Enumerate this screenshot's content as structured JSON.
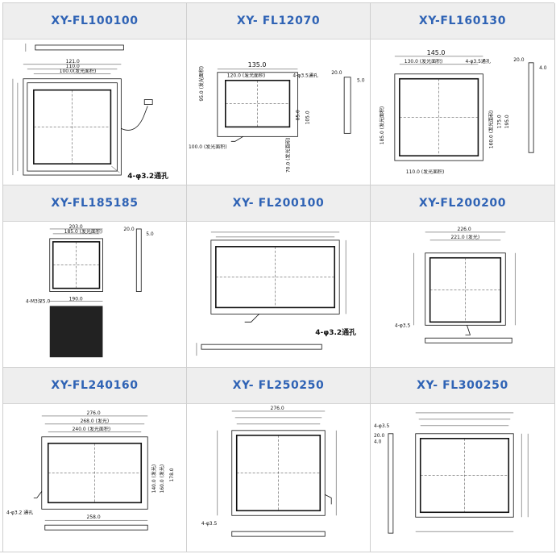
{
  "products": [
    {
      "model": "XY-FL100100",
      "dims": [
        "121.0",
        "110.0",
        "100.0(发光面积)",
        "4-φ3.2通孔"
      ]
    },
    {
      "model": "XY- FL12070",
      "dims": [
        "135.0",
        "120.0 (发光面积)",
        "4-φ3.5通孔",
        "95.0 (发光面积)",
        "85.0",
        "105.0",
        "100.0 (发光面积)",
        "70.0 (发光面积)",
        "20.0",
        "5.0"
      ]
    },
    {
      "model": "XY-FL160130",
      "dims": [
        "145.0",
        "130.0 (发光面积)",
        "4-φ3.5通孔",
        "185.0 (发光面积)",
        "160.0 (发光面积)",
        "175.0",
        "195.0",
        "110.0 (发光面积)",
        "20.0",
        "4.0"
      ]
    },
    {
      "model": "XY-FL185185",
      "dims": [
        "203.0",
        "185.0 (发光面积)",
        "190.0",
        "20.0",
        "5.0",
        "4-M3深5.0"
      ]
    },
    {
      "model": "XY- FL200100",
      "dims": [
        "4-φ3.2通孔"
      ]
    },
    {
      "model": "XY-FL200200",
      "dims": [
        "226.0",
        "221.0 (发光)",
        "4-φ3.5"
      ]
    },
    {
      "model": "XY-FL240160",
      "dims": [
        "276.0",
        "268.0 (发光)",
        "240.0 (发光面积)",
        "140.0 (发光)",
        "160.0 (发光)",
        "178.0",
        "4-φ3.2 通孔",
        "258.0"
      ]
    },
    {
      "model": "XY- FL250250",
      "dims": [
        "276.0",
        "4-φ3.5"
      ]
    },
    {
      "model": "XY- FL300250",
      "dims": [
        "4-φ3.5",
        "20.0",
        "4.0"
      ]
    }
  ]
}
